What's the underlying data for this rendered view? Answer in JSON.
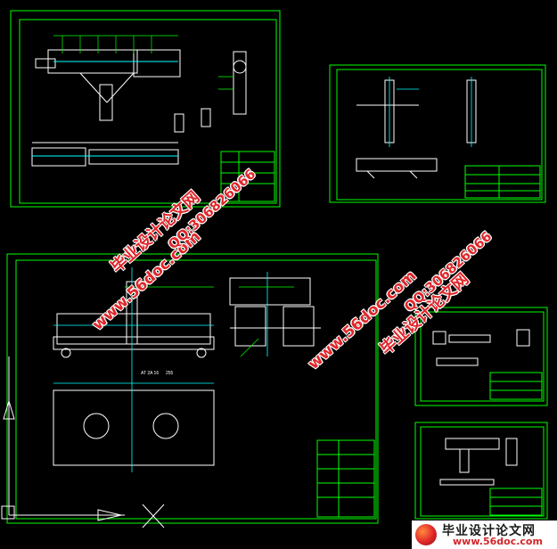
{
  "colors": {
    "background": "#000000",
    "border": "#00ff00",
    "line": "#ffffff",
    "accent": "#00ffff",
    "watermark": "#e0262a"
  },
  "watermarks": {
    "brand_cn": "毕业设计论文网",
    "url": "www.56doc.com",
    "qq": "QQ:306826066"
  },
  "logo": {
    "title": "毕业设计论文网",
    "url": "www.56doc.com",
    "icon": "globe-icon"
  },
  "drawings": {
    "dimension_left": "AT 2A 16",
    "dimension_right": "255"
  }
}
